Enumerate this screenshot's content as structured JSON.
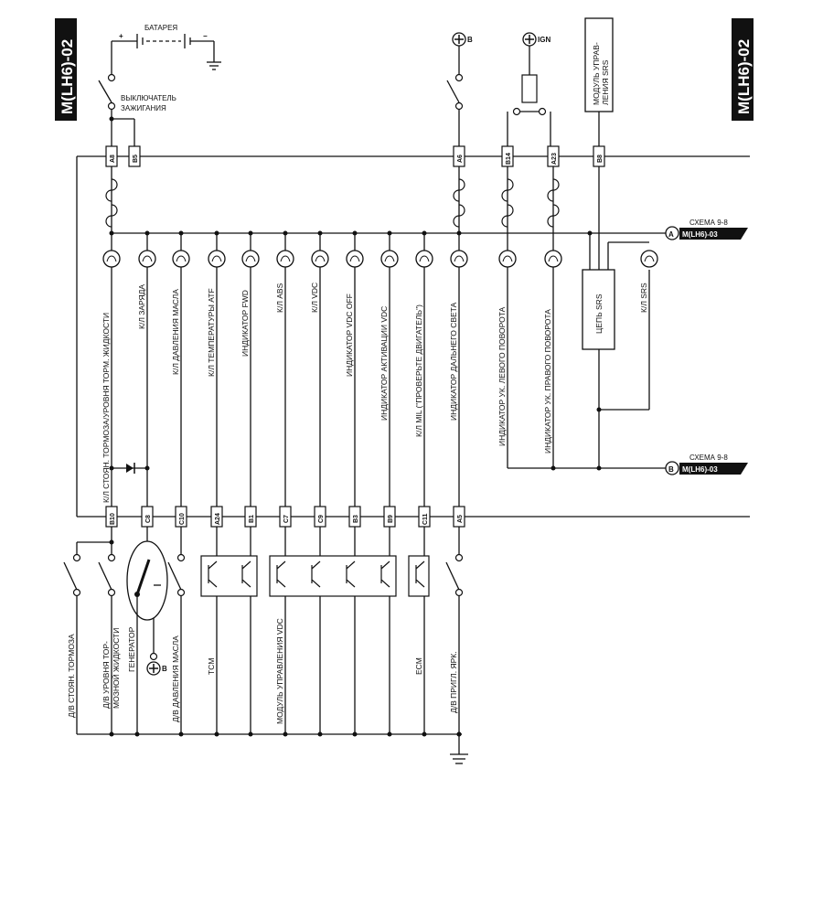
{
  "page_tag": "M(LH6)-02",
  "battery": {
    "label": "БАТАРЕЯ",
    "plus": "+",
    "minus": "−"
  },
  "ignition_switch_label": [
    "ВЫКЛЮЧАТЕЛЬ",
    "ЗАЖИГАНИЯ"
  ],
  "power_b": "B",
  "power_ign": "IGN",
  "srs_module_label": [
    "МОДУЛЬ УПРАВ-",
    "ЛЕНИЯ SRS"
  ],
  "top_pins": [
    "A8",
    "B5",
    "A6",
    "B14",
    "A23",
    "B8"
  ],
  "bottom_pins": [
    "B10",
    "C8",
    "C10",
    "A24",
    "B1",
    "C7",
    "C9",
    "B3",
    "B9",
    "C11",
    "A5"
  ],
  "indicators": [
    "К/Л СТОЯН. ТОРМОЗА/УРОВНЯ ТОРМ. ЖИДКОСТИ",
    "К/Л ЗАРЯДА",
    "К/Л ДАВЛЕНИЯ МАСЛА",
    "К/Л ТЕМПЕРАТУРЫ ATF",
    "ИНДИКАТОР FWD",
    "К/Л ABS",
    "К/Л VDC",
    "ИНДИКАТОР VDC OFF",
    "ИНДИКАТОР АКТИВАЦИИ VDC",
    "К/Л MIL (\"ПРОВЕРЬТЕ ДВИГАТЕЛЬ\")",
    "ИНДИКАТОР ДАЛЬНЕГО СВЕТА",
    "ИНДИКАТОР  УК. ЛЕВОГО ПОВОРОТА",
    "ИНДИКАТОР  УК. ПРАВОГО ПОВОРОТА",
    "К/Л SRS"
  ],
  "srs_circuit_label": "ЦЕПЬ SRS",
  "refs": [
    {
      "letter": "A",
      "scheme": "СХЕМА 9-8",
      "code": "M(LH6)-03"
    },
    {
      "letter": "B",
      "scheme": "СХЕМА 9-8",
      "code": "M(LH6)-03"
    }
  ],
  "components": [
    "Д/В СТОЯН. ТОРМОЗА",
    "Д/В УРОВНЯ ТОР-",
    "МОЗНОЙ ЖИДКОСТИ",
    "ГЕНЕРАТОР",
    "Д/В ДАВЛЕНИЯ МАСЛА",
    "TCM",
    "МОДУЛЬ УПРАВЛЕНИЯ VDC",
    "ECM",
    "Д/В ПРИГЛ. ЯРК."
  ]
}
